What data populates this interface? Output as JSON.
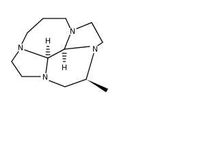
{
  "molecule": {
    "atoms": {
      "n_top_right": "N",
      "n_left": "N",
      "n_right": "N",
      "n_bottom": "N",
      "h_upper": "H",
      "h_lower": "H"
    }
  }
}
